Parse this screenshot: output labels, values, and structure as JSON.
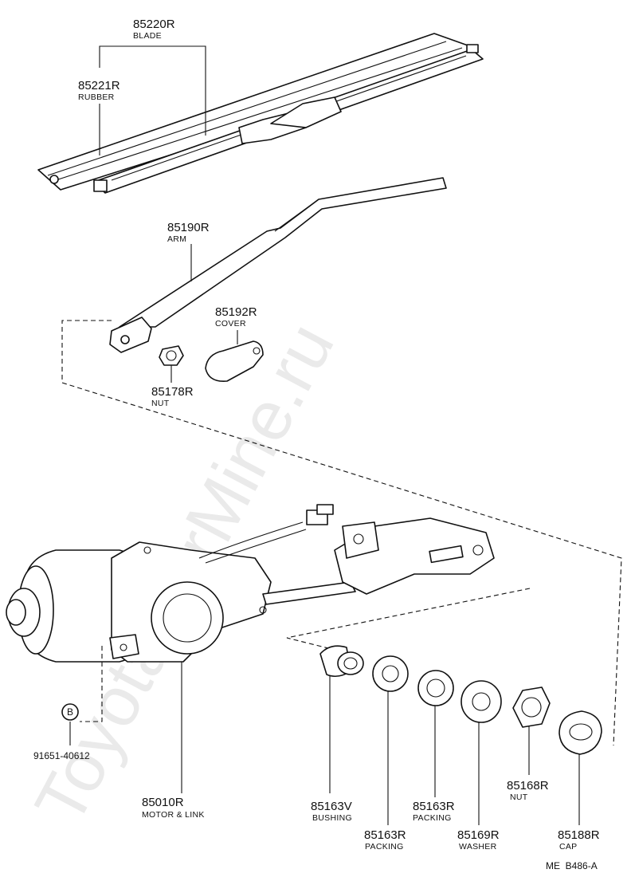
{
  "watermark": "ToyotaCarMine.ru",
  "parts": {
    "blade": {
      "number": "85220R",
      "name": "BLADE"
    },
    "rubber": {
      "number": "85221R",
      "name": "RUBBER"
    },
    "arm": {
      "number": "85190R",
      "name": "ARM"
    },
    "cover": {
      "number": "85192R",
      "name": "COVER"
    },
    "nut_arm": {
      "number": "85178R",
      "name": "NUT"
    },
    "bolt": {
      "number": "91651-40612",
      "marker": "B"
    },
    "motor": {
      "number": "85010R",
      "name": "MOTOR & LINK"
    },
    "bushing": {
      "number": "85163V",
      "name": "BUSHING"
    },
    "packing_lower": {
      "number": "85163R",
      "name": "PACKING"
    },
    "packing_upper": {
      "number": "85163R",
      "name": "PACKING"
    },
    "washer": {
      "number": "85169R",
      "name": "WASHER"
    },
    "nut_pivot": {
      "number": "85168R",
      "name": "NUT"
    },
    "cap": {
      "number": "85188R",
      "name": "CAP"
    }
  },
  "diagram_ref": "ME  B486-A"
}
